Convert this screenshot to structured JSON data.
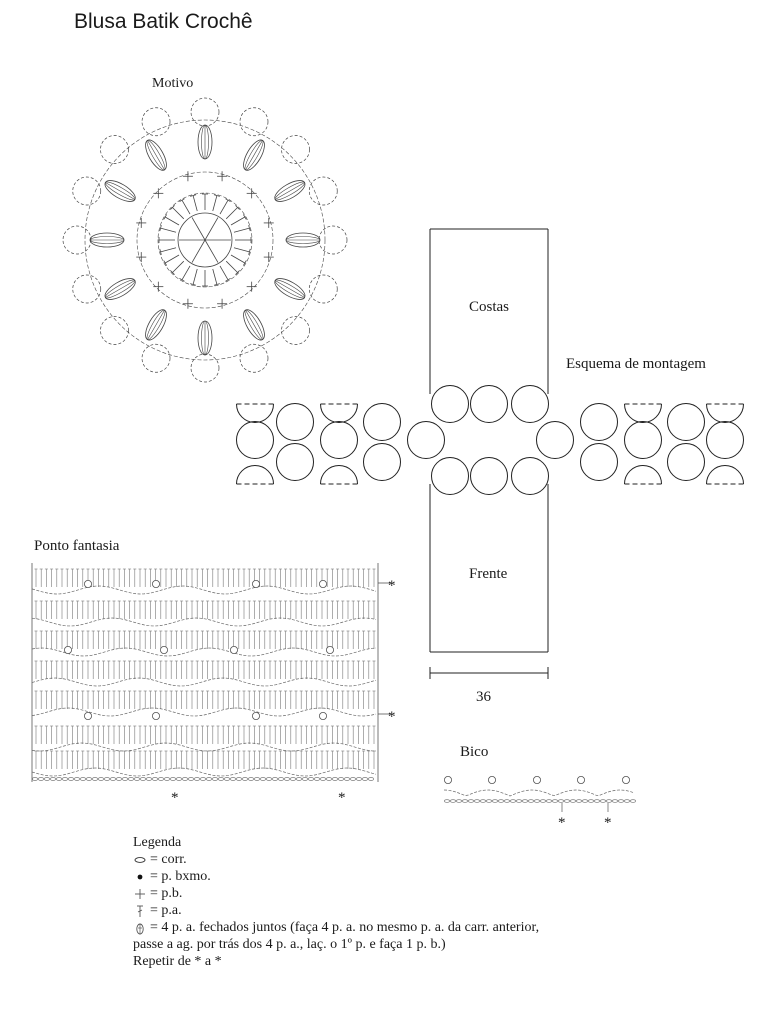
{
  "title": "Blusa Batik Crochê",
  "motif": {
    "label": "Motivo"
  },
  "assembly": {
    "label": "Esquema de montagem",
    "back_label": "Costas",
    "front_label": "Frente",
    "width_value": "36"
  },
  "stitch_pattern": {
    "label": "Ponto fantasia",
    "marker": "*"
  },
  "edging": {
    "label": "Bico",
    "marker": "*"
  },
  "legend": {
    "heading": "Legenda",
    "items": [
      {
        "icon": "chain-stitch-icon",
        "text": "= corr."
      },
      {
        "icon": "slip-stitch-icon",
        "text": "= p. bxmo."
      },
      {
        "icon": "single-crochet-icon",
        "text": "= p.b."
      },
      {
        "icon": "double-crochet-icon",
        "text": "= p.a."
      },
      {
        "icon": "cluster-stitch-icon",
        "text": "= 4 p. a. fechados juntos (faça 4 p. a. no mesmo p. a. da carr. anterior,"
      }
    ],
    "continuation": "passe a ag. por trás dos 4 p. a., laç. o 1º p. e faça 1 p. b.)",
    "repeat": "Repetir de * a *"
  }
}
